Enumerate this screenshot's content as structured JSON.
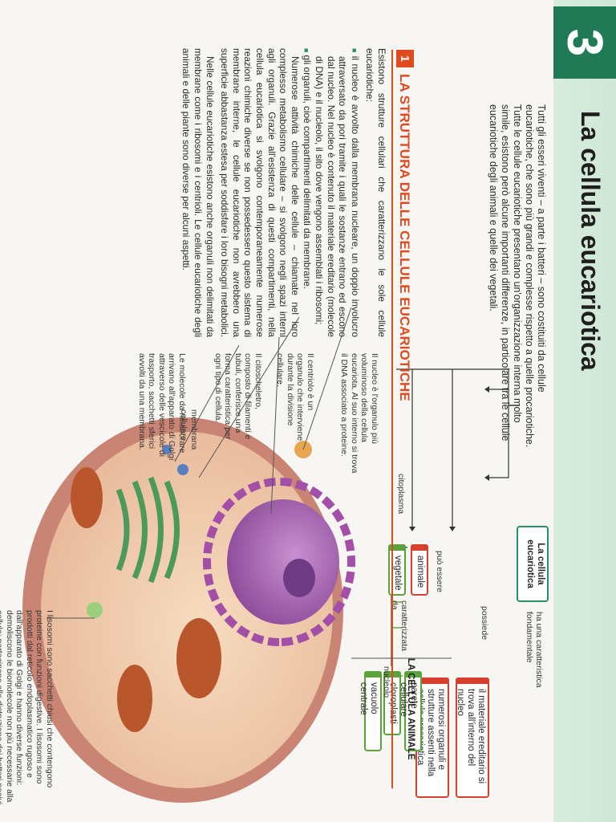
{
  "chapter": {
    "number": "3",
    "title": "La cellula eucariotica"
  },
  "intro": "Tutti gli esseri viventi – a parte i batteri – sono costituiti da cellule eucariotiche, che sono più grandi e complesse rispetto a quelle procariotiche. Tutte le cellule eucariotiche presentano un'organizzazione interna molto simile, esistono però alcune importanti differenze, in particolare tra le cellule eucariotiche degli animali e quelle dei vegetali.",
  "concept_map": {
    "root": "La cellula eucariotica",
    "edge_caratteristica": "ha una caratteristica fondamentale",
    "node_materiale": "il materiale ereditario si trova all'interno del nucleo",
    "edge_possiede": "possiede",
    "node_organuli": "numerosi organuli e strutture assenti nella cellula procariotica",
    "edge_puo_essere": "può essere",
    "node_animale": "animale",
    "node_vegetale": "vegetale",
    "edge_caratterizzata": "caratterizzata da",
    "node_parete": "parete cellulare",
    "node_cloroplasti": "cloroplasti",
    "node_vacuolo": "vacuolo centrale"
  },
  "section": {
    "number": "1",
    "title": "LA STRUTTURA DELLE CELLULE EUCARIOTICHE"
  },
  "body": {
    "p1": "Esistono strutture cellulari che caratterizzano le sole cellule eucariotiche:",
    "b1": "il nucleo è avvolto dalla membrana nucleare, un doppio involucro attraversato da pori tramite i quali le sostanze entrano ed escono dal nucleo. Nel nucleo è contenuto il materiale ereditario (molecole di DNA) e il nucleolo, il sito dove vengono assemblati i ribosomi;",
    "b2": "gli organuli, cioè compartimenti delimitati da membrane.",
    "p2": "Numerose attività chimiche delle cellule – chiamate nel loro complesso metabolismo cellulare – si svolgono negli spazi interni agli organuli. Grazie all'esistenza di questi compartimenti, nella cellula eucariotica si svolgono contemporaneamente numerose reazioni chimiche diverse se non possedessero questo sistema di membrane interne, le cellule eucariotiche non avrebbero una superficie abbastanza estesa per soddisfare i loro bisogni metabolici.",
    "p3": "Nelle cellule eucariotiche esistono anche organuli non delimitati da membrane come i ribosomi e i centrioli. Le cellule eucariotiche degli animali e delle piante sono diverse per alcuni aspetti."
  },
  "figure": {
    "title": "LA CELLULA ANIMALE",
    "lbl_nucleolo": "nucleolo",
    "lbl_citoplasma": "citoplasma",
    "lbl_membrana": "membrana cellulare",
    "ann_nucleo": "Il nucleo è l'organulo più voluminoso della cellula eucariota. Al suo interno si trova il DNA associato a proteine.",
    "ann_centriolo": "Il centriolo è un organulo che interviene durante la divisione cellulare.",
    "ann_citoscheletro": "Il citoscheletro, composto di filamenti e tubuli, conferisce una forma caratteristica per ogni tipo di cellula.",
    "ann_molecole": "Le molecole da rielaborare arrivano all'apparato di Golgi attraverso delle vescicole di trasporto, sacchetti sferici avvolti da una membrana.",
    "ann_lisosomi": "I lisosomi sono sacchetti chiusi che contengono proteine con funzioni digestive. I lisosomi sono prodotti dal reticolo endoplasmatico rugoso e dall'apparato di Golgi e hanno diverse funzioni: demoliscono le biomolecole non più necessarie alla cellula; partecipano alla distruzione dei batteri nocivi, sono il centro di riciclaggio degli organuli danneggiati."
  },
  "colors": {
    "accent": "#e04a1f",
    "chapter": "#1f7a55",
    "map_red": "#d7402d",
    "map_green": "#5aa33a"
  }
}
